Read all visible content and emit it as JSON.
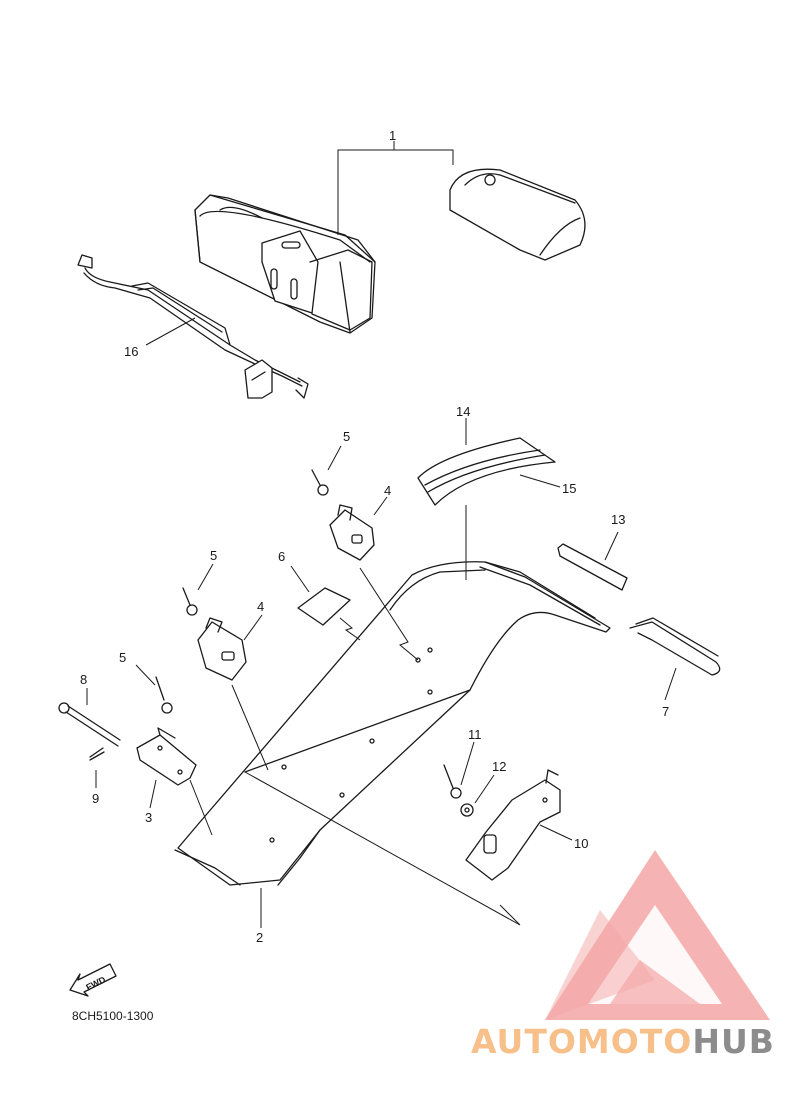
{
  "diagram_code": "8CH5100-1300",
  "fwd_label": "FWD",
  "callouts": {
    "c1": "1",
    "c2": "2",
    "c3": "3",
    "c4a": "4",
    "c4b": "4",
    "c5a": "5",
    "c5b": "5",
    "c5c": "5",
    "c6": "6",
    "c7": "7",
    "c8": "8",
    "c9": "9",
    "c10": "10",
    "c11": "11",
    "c12": "12",
    "c13": "13",
    "c14": "14",
    "c15": "15",
    "c16": "16"
  },
  "watermark": {
    "part1": "AUTOMOTO",
    "part2": "HUB",
    "colors": {
      "logo": "#f4a6a6",
      "text_primary": "#f7c08a",
      "text_secondary": "#8c8c8c"
    }
  }
}
